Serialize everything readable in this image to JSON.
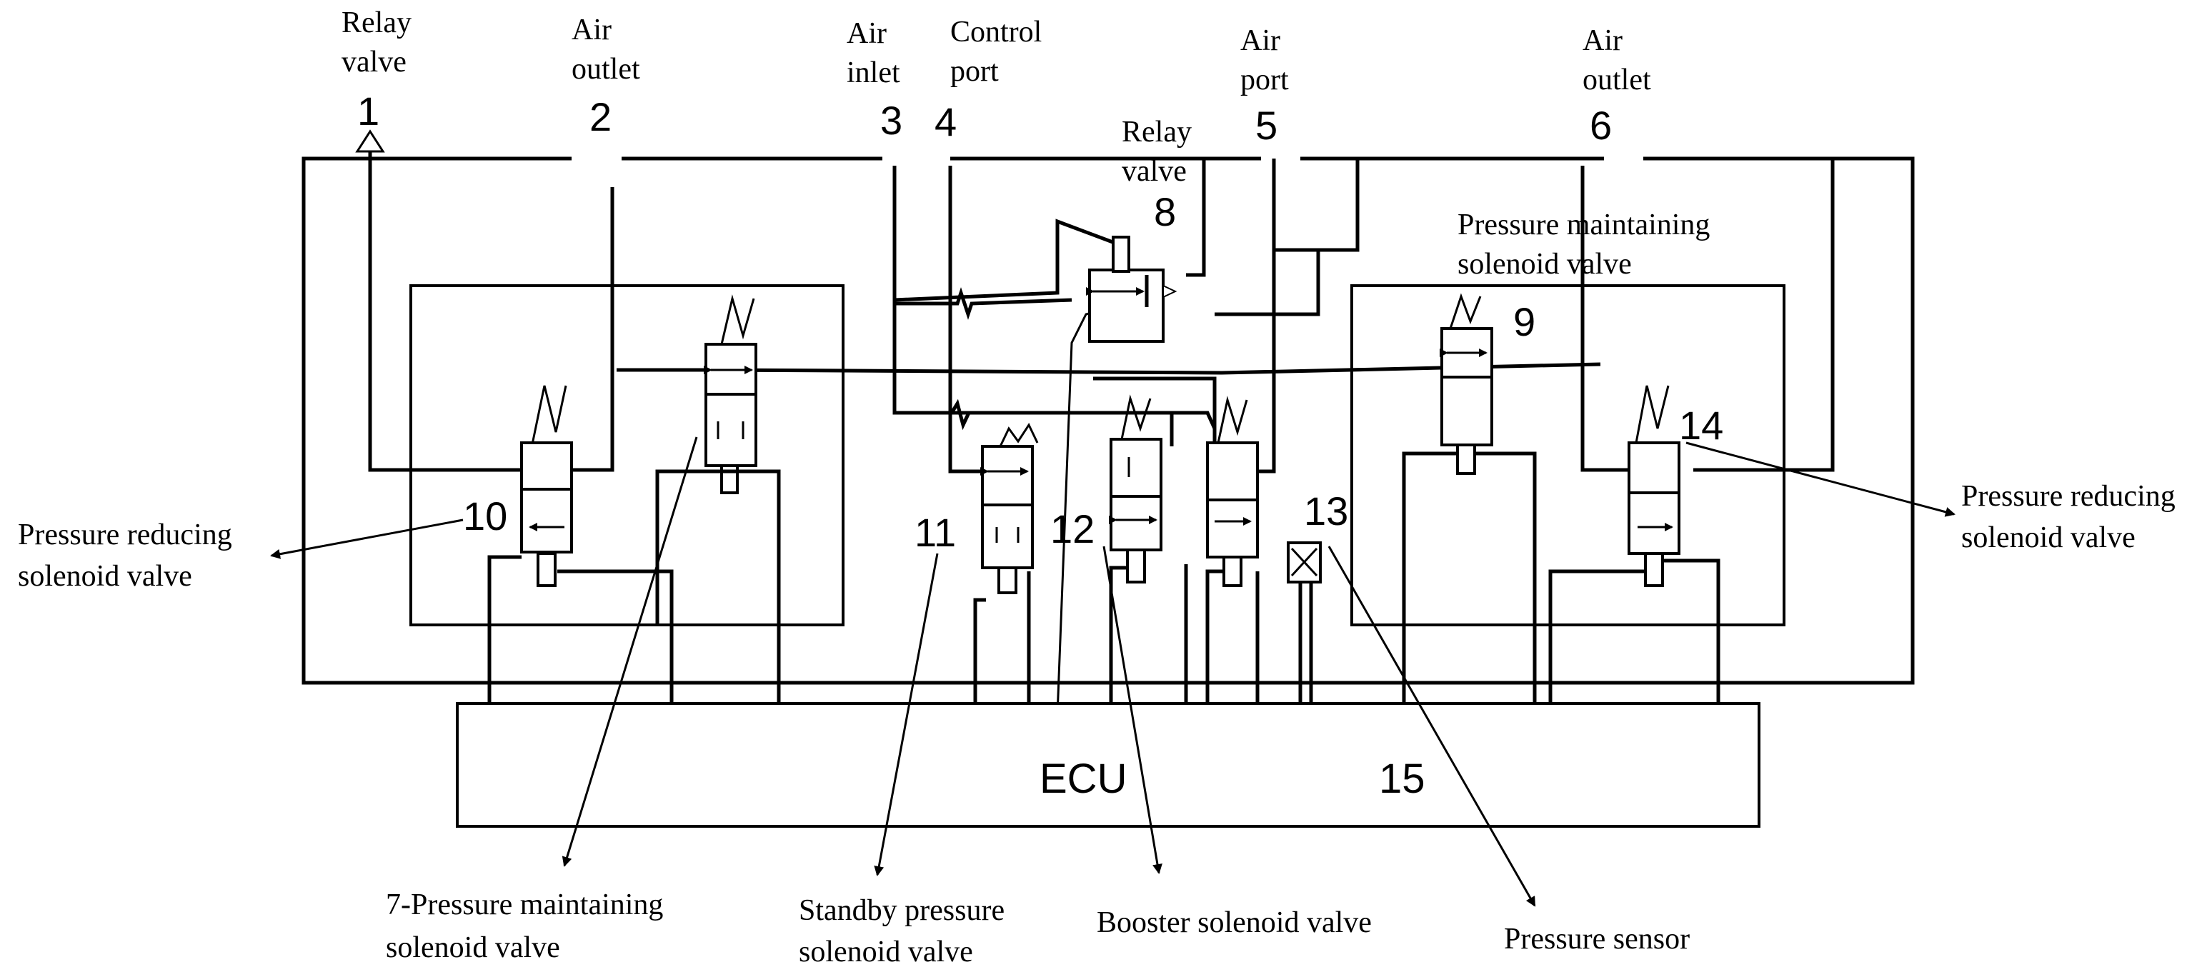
{
  "top_labels": {
    "relay_valve_1": [
      "Relay",
      "valve"
    ],
    "air_outlet_2": [
      "Air",
      "outlet"
    ],
    "air_inlet_3": [
      "Air",
      "inlet"
    ],
    "control_port_4": [
      "Control",
      "port"
    ],
    "air_port_5": [
      "Air",
      "port"
    ],
    "air_outlet_6": [
      "Air",
      "outlet"
    ],
    "relay_valve_8": [
      "Relay",
      "valve"
    ],
    "pressure_maintaining_9": [
      "Pressure maintaining",
      "solenoid valve"
    ]
  },
  "numbers": {
    "n1": "1",
    "n2": "2",
    "n3": "3",
    "n4": "4",
    "n5": "5",
    "n6": "6",
    "n8": "8",
    "n9": "9",
    "n10": "10",
    "n11": "11",
    "n12": "12",
    "n13": "13",
    "n14": "14",
    "n15": "15"
  },
  "ecu": {
    "label": "ECU"
  },
  "callouts": {
    "pressure_reducing_left": [
      "Pressure reducing",
      "solenoid valve"
    ],
    "pressure_reducing_right": [
      "Pressure reducing",
      "solenoid valve"
    ],
    "pressure_maintaining_7": [
      "7-Pressure maintaining",
      "solenoid valve"
    ],
    "standby_pressure": [
      "Standby pressure",
      "solenoid valve"
    ],
    "booster": [
      "Booster solenoid valve"
    ],
    "pressure_sensor": [
      "Pressure sensor"
    ]
  },
  "colors": {
    "line": "#000000",
    "background": "#ffffff"
  }
}
